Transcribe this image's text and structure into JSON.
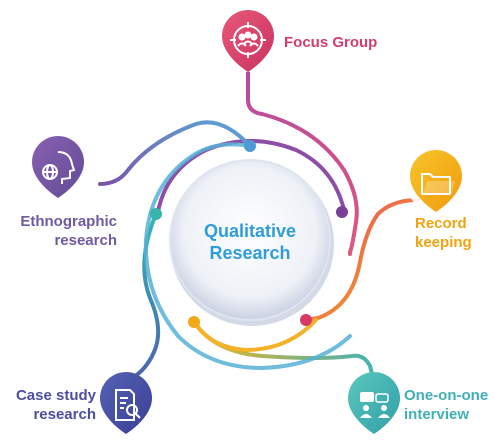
{
  "center": {
    "line1": "Qualitative",
    "line2": "Research"
  },
  "methods": [
    {
      "id": "focus-group",
      "lines": [
        "Focus Group"
      ],
      "icon": "people-target-icon",
      "color": "#d7416e"
    },
    {
      "id": "record-keeping",
      "lines": [
        "Record",
        "keeping"
      ],
      "icon": "folder-icon",
      "color": "#f4ab10"
    },
    {
      "id": "one-on-one-interview",
      "lines": [
        "One-on-one",
        "interview"
      ],
      "icon": "interview-icon",
      "color": "#45b6b2"
    },
    {
      "id": "case-study-research",
      "lines": [
        "Case study",
        "research"
      ],
      "icon": "document-search-icon",
      "color": "#4a4fa5"
    },
    {
      "id": "ethnographic-research",
      "lines": [
        "Ethnographic",
        "research"
      ],
      "icon": "head-globe-icon",
      "color": "#7553a6"
    }
  ]
}
